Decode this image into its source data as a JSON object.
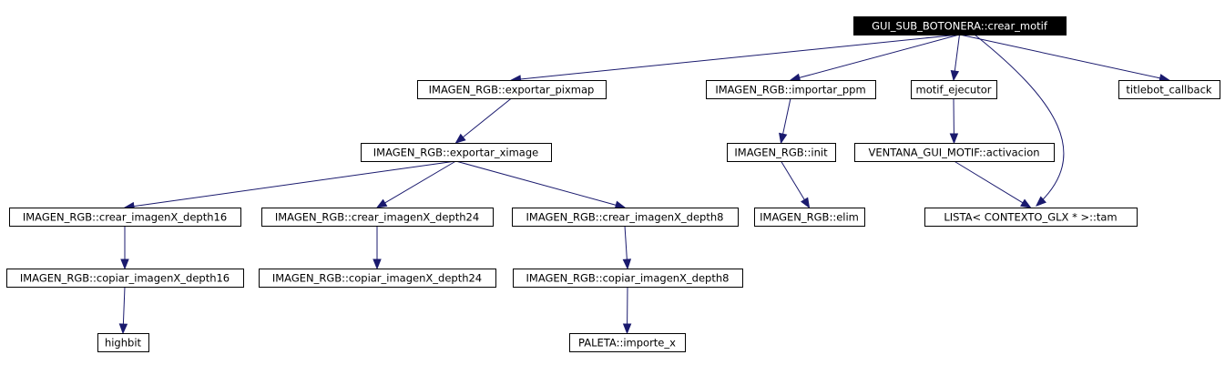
{
  "diagram": {
    "colors": {
      "edge": "#1a1a6e",
      "root_fill": "#000000",
      "root_text": "#ffffff",
      "node_fill": "#ffffff",
      "node_border": "#000000"
    },
    "nodes": [
      {
        "id": "root",
        "label": "GUI_SUB_BOTONERA::crear_motif",
        "root": true
      },
      {
        "id": "exp_pixmap",
        "label": "IMAGEN_RGB::exportar_pixmap"
      },
      {
        "id": "imp_ppm",
        "label": "IMAGEN_RGB::importar_ppm"
      },
      {
        "id": "motif_ej",
        "label": "motif_ejecutor"
      },
      {
        "id": "titlebot",
        "label": "titlebot_callback"
      },
      {
        "id": "exp_ximage",
        "label": "IMAGEN_RGB::exportar_ximage"
      },
      {
        "id": "init",
        "label": "IMAGEN_RGB::init"
      },
      {
        "id": "activacion",
        "label": "VENTANA_GUI_MOTIF::activacion"
      },
      {
        "id": "crear16",
        "label": "IMAGEN_RGB::crear_imagenX_depth16"
      },
      {
        "id": "crear24",
        "label": "IMAGEN_RGB::crear_imagenX_depth24"
      },
      {
        "id": "crear8",
        "label": "IMAGEN_RGB::crear_imagenX_depth8"
      },
      {
        "id": "elim",
        "label": "IMAGEN_RGB::elim"
      },
      {
        "id": "lista_tam",
        "label": "LISTA< CONTEXTO_GLX * >::tam"
      },
      {
        "id": "copiar16",
        "label": "IMAGEN_RGB::copiar_imagenX_depth16"
      },
      {
        "id": "copiar24",
        "label": "IMAGEN_RGB::copiar_imagenX_depth24"
      },
      {
        "id": "copiar8",
        "label": "IMAGEN_RGB::copiar_imagenX_depth8"
      },
      {
        "id": "highbit",
        "label": "highbit"
      },
      {
        "id": "paleta",
        "label": "PALETA::importe_x"
      }
    ],
    "edges": [
      {
        "from": "root",
        "to": "exp_pixmap"
      },
      {
        "from": "root",
        "to": "imp_ppm"
      },
      {
        "from": "root",
        "to": "motif_ej"
      },
      {
        "from": "root",
        "to": "titlebot"
      },
      {
        "from": "root",
        "to": "lista_tam"
      },
      {
        "from": "exp_pixmap",
        "to": "exp_ximage"
      },
      {
        "from": "imp_ppm",
        "to": "init"
      },
      {
        "from": "motif_ej",
        "to": "activacion"
      },
      {
        "from": "exp_ximage",
        "to": "crear16"
      },
      {
        "from": "exp_ximage",
        "to": "crear24"
      },
      {
        "from": "exp_ximage",
        "to": "crear8"
      },
      {
        "from": "init",
        "to": "elim"
      },
      {
        "from": "activacion",
        "to": "lista_tam"
      },
      {
        "from": "crear16",
        "to": "copiar16"
      },
      {
        "from": "crear24",
        "to": "copiar24"
      },
      {
        "from": "crear8",
        "to": "copiar8"
      },
      {
        "from": "copiar16",
        "to": "highbit"
      },
      {
        "from": "copiar8",
        "to": "paleta"
      }
    ]
  }
}
